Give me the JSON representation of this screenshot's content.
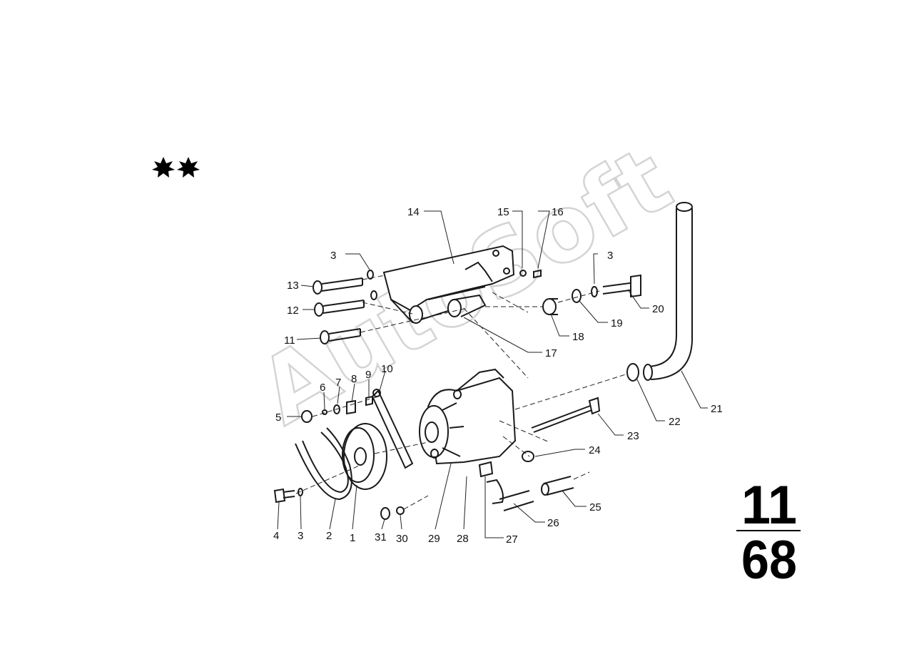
{
  "watermark": "AutoSoft",
  "page_number": {
    "top": "11",
    "bottom": "68"
  },
  "callouts": [
    "14",
    "15",
    "16",
    "3",
    "13",
    "12",
    "11",
    "20",
    "19",
    "18",
    "17",
    "10",
    "9",
    "8",
    "7",
    "6",
    "5",
    "21",
    "22",
    "23",
    "24",
    "25",
    "26",
    "27",
    "28",
    "29",
    "30",
    "31",
    "1",
    "2",
    "4"
  ],
  "colors": {
    "ink": "#111111",
    "watermark": "#d4d4d4",
    "background": "#ffffff"
  },
  "icons": [
    "star-icon",
    "star-icon"
  ]
}
